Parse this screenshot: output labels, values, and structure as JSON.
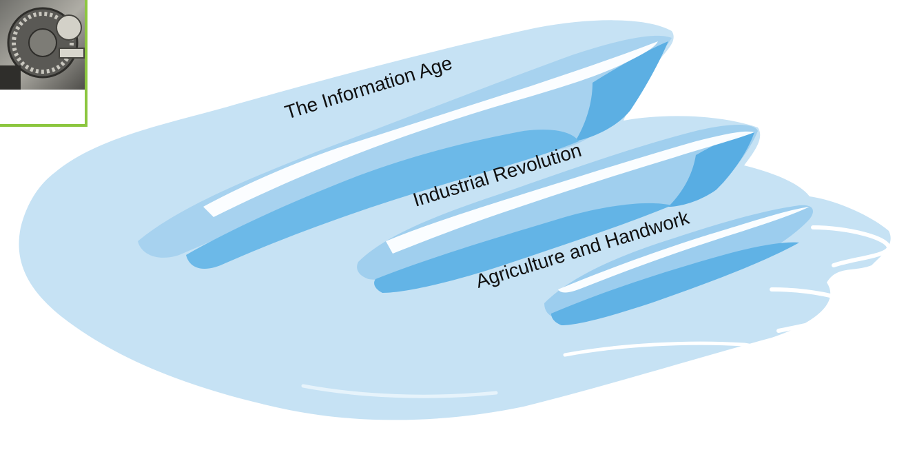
{
  "waves": {
    "information_age": "The Information Age",
    "industrial_revolution": "Industrial Revolution",
    "agriculture_handwork": "Agriculture and Handwork"
  },
  "colors": {
    "water_light": "#c5e1f3",
    "water_mid": "#a6d1ee",
    "water_deep": "#5fb0e3",
    "foam": "#ffffff",
    "frame_border": "#8cc63f"
  }
}
